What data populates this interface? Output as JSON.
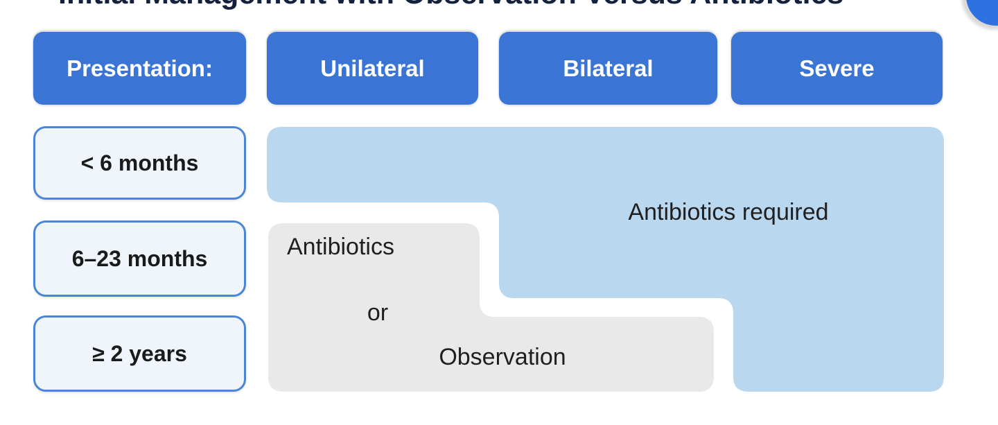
{
  "colors": {
    "header_blue": "#3a74d4",
    "region_light_blue": "#bad7f0",
    "region_gray": "#e9e9e9",
    "age_box_fill": "#f0f5fc",
    "age_box_border": "#4a86d8",
    "badge_blue": "#2e72e2",
    "text_dark": "#1f1f1f",
    "text_white": "#ffffff"
  },
  "title": {
    "text": "Initial Management with Observation Versus Antibiotics"
  },
  "matrix": {
    "corner_label": "Presentation:",
    "columns": [
      "Unilateral",
      "Bilateral",
      "Severe"
    ],
    "rows": [
      "< 6 months",
      "6–23 months",
      "≥ 2 years"
    ]
  },
  "regions": {
    "antibiotics_required": {
      "label": "Antibiotics required",
      "covers": [
        "< 6 months: Unilateral, Bilateral, Severe",
        "6–23 months: Bilateral, Severe",
        "≥ 2 years: Severe"
      ]
    },
    "antibiotics_or_observation": {
      "line1": "Antibiotics",
      "line2": "or",
      "line3": "Observation",
      "covers": [
        "6–23 months: Unilateral",
        "≥ 2 years: Unilateral, Bilateral"
      ]
    }
  }
}
